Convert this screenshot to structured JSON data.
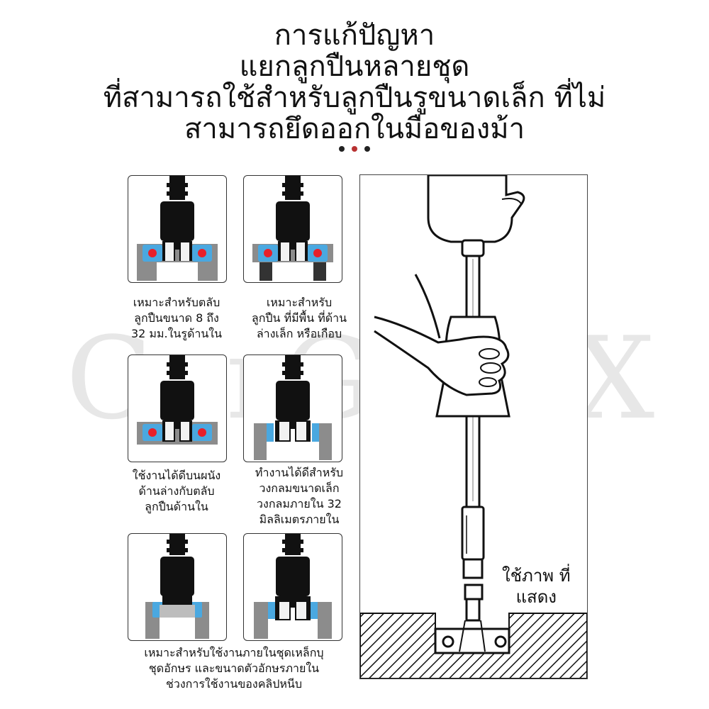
{
  "title": {
    "lines": [
      "การแก้ปัญหา",
      "แยกลูกปืนหลายชุด",
      "ที่สามารถใช้สำหรับลูกปืนรูขนาดเล็ก ที่ไม่",
      "สามารถยึดออกในมือของม้า"
    ]
  },
  "watermark": "CarGearX",
  "colors": {
    "dot_dark": "#222222",
    "dot_accent": "#b83232",
    "bearing_ball": "#e8202a",
    "bearing_ring": "#4aa8e0"
  },
  "panels": [
    {
      "caption": [
        "เหมาะสำหรับตลับ",
        "ลูกปืนขนาด 8 ถึง",
        "32 มม.ในรูด้านใน"
      ]
    },
    {
      "caption": [
        "เหมาะสำหรับ",
        "ลูกปืน ที่มีพื้น ที่ด้าน",
        "ล่างเล็ก หรือเกือบ"
      ]
    },
    {
      "caption": [
        "ใช้งานได้ดีบนผนัง",
        "ด้านล่างกับตลับ",
        "ลูกปืนด้านใน"
      ]
    },
    {
      "caption": [
        "ทำงานได้ดีสำหรับ",
        "วงกลมขนาดเล็ก",
        "วงกลมภายใน 32",
        "มิลลิเมตรภายใน"
      ]
    },
    {
      "caption": []
    },
    {
      "caption": []
    }
  ],
  "bottom_caption": [
    "เหมาะสำหรับใช้งานภายในชุดเหล็กบุ",
    "ชุดอักษร และขนาดตัวอักษรภายใน",
    "ช่วงการใช้งานของคลิปหนีบ"
  ],
  "illustration": {
    "label": [
      "ใช้ภาพ ที่",
      "แสดง"
    ]
  }
}
